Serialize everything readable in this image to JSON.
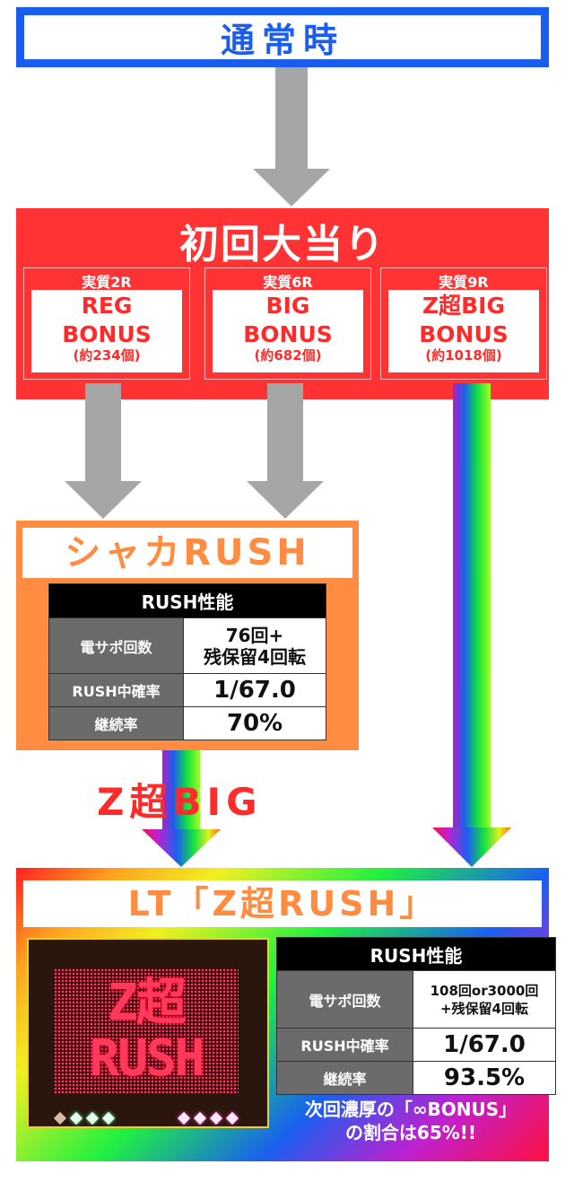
{
  "normal_state": {
    "title": "通常時"
  },
  "first_hit": {
    "title": "初回大当り",
    "bonuses": [
      {
        "round": "実質2R",
        "name_line1": "REG",
        "name_line2": "BONUS",
        "count": "(約234個)"
      },
      {
        "round": "実質6R",
        "name_line1": "BIG",
        "name_line2": "BONUS",
        "count": "(約682個)"
      },
      {
        "round": "実質9R",
        "name_line1": "Z超BIG",
        "name_line2": "BONUS",
        "count": "(約1018個)"
      }
    ]
  },
  "shaka_rush": {
    "title": "シャカRUSH",
    "table": {
      "header": "RUSH性能",
      "rows": [
        {
          "label": "電サポ回数",
          "value_line1": "76回+",
          "value_line2": "残保留4回転"
        },
        {
          "label": "RUSH中確率",
          "value": "1/67.0"
        },
        {
          "label": "継続率",
          "value": "70%"
        }
      ]
    }
  },
  "transition_label": "Z超BIG",
  "lt_rush": {
    "title": "LT「Z超RUSH」",
    "image_text_line1": "Z超",
    "image_text_line2": "RUSH",
    "table": {
      "header": "RUSH性能",
      "rows": [
        {
          "label": "電サポ回数",
          "value_line1": "108回or3000回",
          "value_line2": "+残保留4回転"
        },
        {
          "label": "RUSH中確率",
          "value": "1/67.0"
        },
        {
          "label": "継続率",
          "value": "93.5%"
        }
      ]
    },
    "note_line1": "次回濃厚の「∞BONUS」",
    "note_line2": "の割合は65%!!"
  },
  "colors": {
    "normal_blue": "#1a5ef0",
    "first_hit_red": "#ff3333",
    "shaka_orange": "#ff8c40",
    "arrow_gray": "#a6a6a6",
    "table_label_gray": "#6b6b6b"
  }
}
